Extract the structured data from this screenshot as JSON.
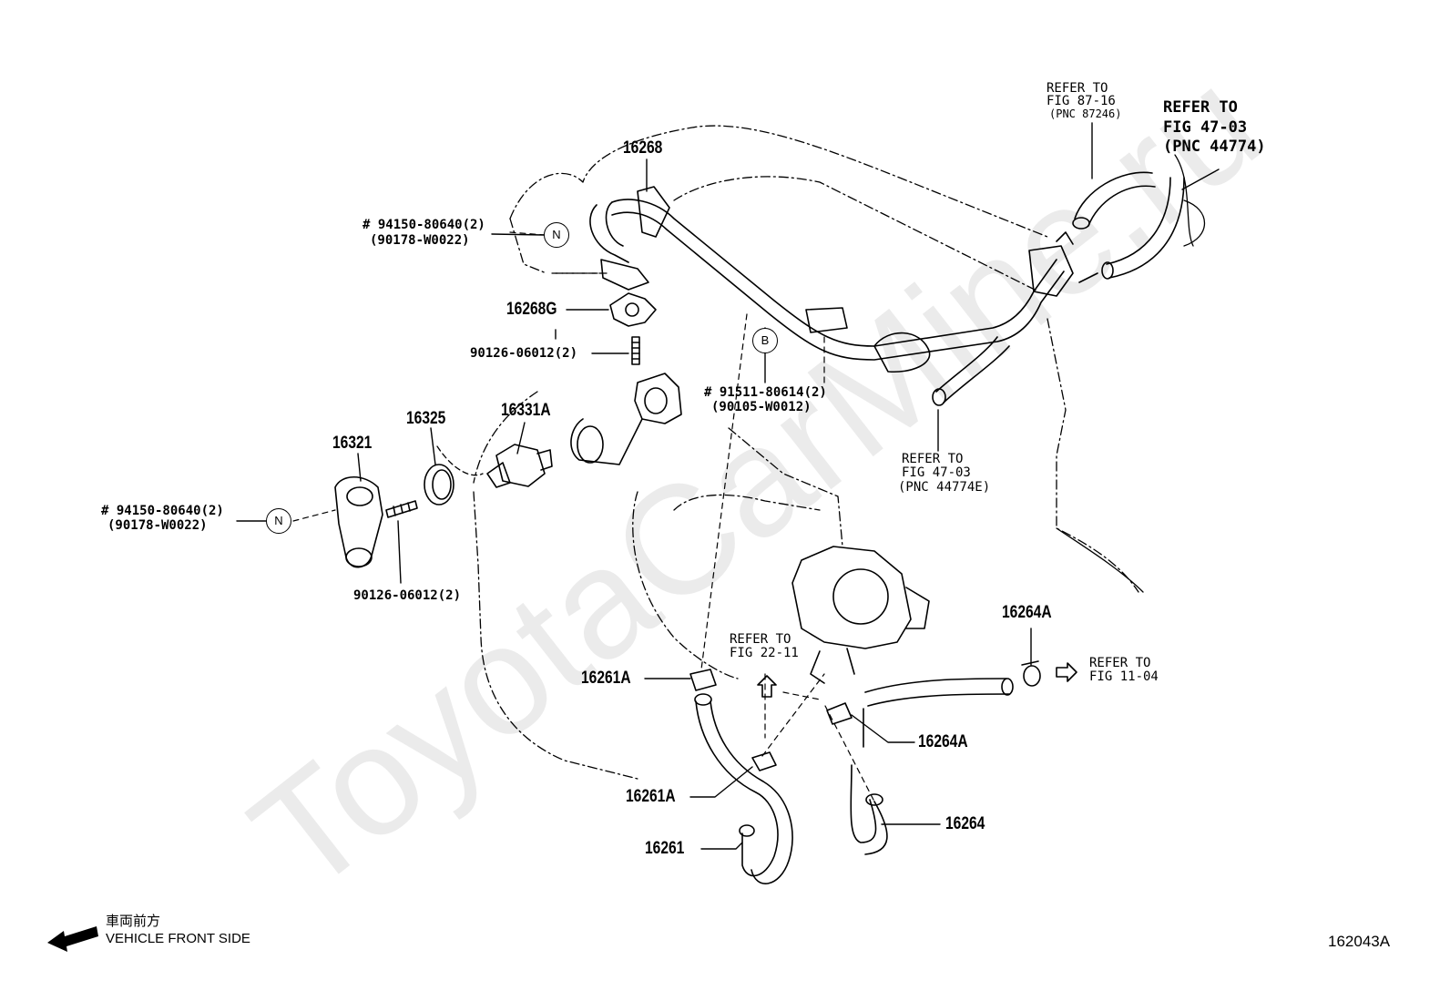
{
  "watermark": "ToyotaCarMine.ru",
  "figure_id": "162043A",
  "front_side": {
    "jp": "車両前方",
    "en": "VEHICLE FRONT SIDE"
  },
  "parts": {
    "p16268": "16268",
    "p16268G": "16268G",
    "p16325": "16325",
    "p16331A": "16331A",
    "p16321": "16321",
    "p16261A_top": "16261A",
    "p16261A_bottom": "16261A",
    "p16261": "16261",
    "p16264A_top": "16264A",
    "p16264A_mid": "16264A",
    "p16264": "16264"
  },
  "fasteners": {
    "nut_top": {
      "a": "# 94150-80640(2)",
      "b": "(90178-W0022)"
    },
    "nut_left": {
      "a": "# 94150-80640(2)",
      "b": "(90178-W0022)"
    },
    "stud_top": "90126-06012(2)",
    "stud_left": "90126-06012(2)",
    "bolt_b": {
      "a": "# 91511-80614(2)",
      "b": "(90105-W0012)"
    }
  },
  "markers": {
    "n_top": "N",
    "n_left": "N",
    "b": "B"
  },
  "refs": {
    "r87": {
      "l1": "REFER TO",
      "l2": "FIG 87-16",
      "l3": "(PNC 87246)"
    },
    "r4703_top": {
      "l1": "REFER TO",
      "l2": "FIG  47-03",
      "l3": "(PNC 44774)"
    },
    "r4703_mid": {
      "l1": "REFER TO",
      "l2": "FIG 47-03",
      "l3": "(PNC 44774E)"
    },
    "r2211": {
      "l1": "REFER TO",
      "l2": "FIG 22-11"
    },
    "r1104": {
      "l1": "REFER TO",
      "l2": "FIG 11-04"
    }
  }
}
